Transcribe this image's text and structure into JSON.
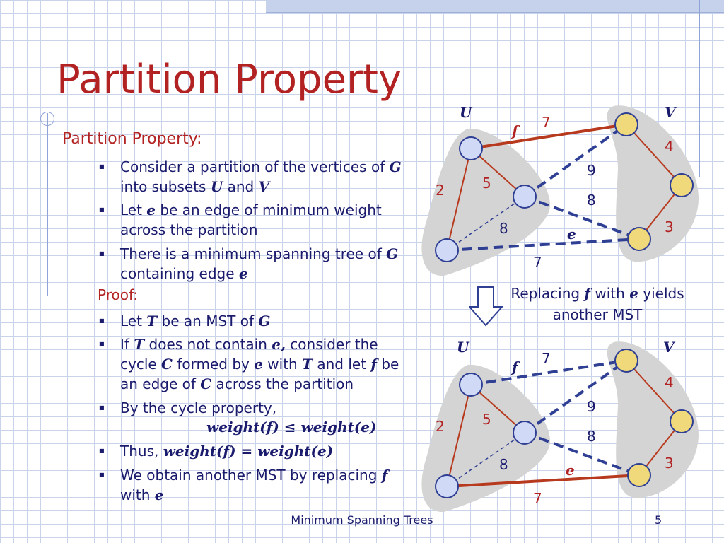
{
  "slide": {
    "title": "Partition Property",
    "footer": "Minimum Spanning Trees",
    "page_number": "5"
  },
  "content": {
    "section1": "Partition Property:",
    "b1": {
      "t1": "Consider a partition of the vertices of ",
      "m1": "G",
      "t2": " into subsets ",
      "m2": "U",
      "t3": " and ",
      "m3": "V"
    },
    "b2": {
      "t1": "Let ",
      "m1": "e",
      "t2": " be an edge of minimum weight across the partition"
    },
    "b3": {
      "t1": "There is a minimum spanning tree of ",
      "m1": "G",
      "t2": " containing edge ",
      "m2": "e"
    },
    "section2": "Proof:",
    "p1": {
      "t1": "Let ",
      "m1": "T",
      "t2": " be an MST of ",
      "m2": "G"
    },
    "p2": {
      "t1": "If ",
      "m1": "T",
      "t2": " does not contain ",
      "m2": "e,",
      "t3": " consider the cycle ",
      "m3": "C",
      "t4": " formed by ",
      "m4": "e",
      "t5": " with ",
      "m5": "T",
      "t6": " and let  ",
      "m6": "f",
      "t7": " be an edge of ",
      "m7": "C",
      "t8": " across the partition"
    },
    "p3": {
      "t1": "By the cycle property,"
    },
    "p3_formula": "weight(f) ≤ weight(e)",
    "p4": {
      "t1": "Thus, ",
      "m1": "weight(f) = weight(e)"
    },
    "p5": {
      "t1": "We obtain another MST by replacing ",
      "m1": "f",
      "t2": "  with ",
      "m2": "e"
    }
  },
  "caption": {
    "t1": "Replacing ",
    "m1": "f",
    "t2": " with ",
    "m2": "e",
    "t3": " yields another MST"
  },
  "graphs": [
    {
      "set_u": "U",
      "set_v": "V",
      "labels": {
        "f": "f",
        "w_f": "7",
        "w_uv1": "2",
        "w_uv2": "5",
        "w_uv3": "8",
        "w_9": "9",
        "w_8r": "8",
        "w_e": "7",
        "e": "e",
        "w_v12": "4",
        "w_v23": "3"
      }
    },
    {
      "set_u": "U",
      "set_v": "V",
      "labels": {
        "f": "f",
        "w_f": "7",
        "w_uv1": "2",
        "w_uv2": "5",
        "w_uv3": "8",
        "w_9": "9",
        "w_8r": "8",
        "w_e": "7",
        "e": "e",
        "w_v12": "4",
        "w_v23": "3"
      }
    }
  ],
  "colors": {
    "title_red": "#b22222",
    "text_blue": "#1b1b6e",
    "u_node": "#d0d9f5",
    "v_node": "#f0d97a",
    "mst_red": "#b83a1e",
    "edge_blue": "#2f3f94"
  }
}
